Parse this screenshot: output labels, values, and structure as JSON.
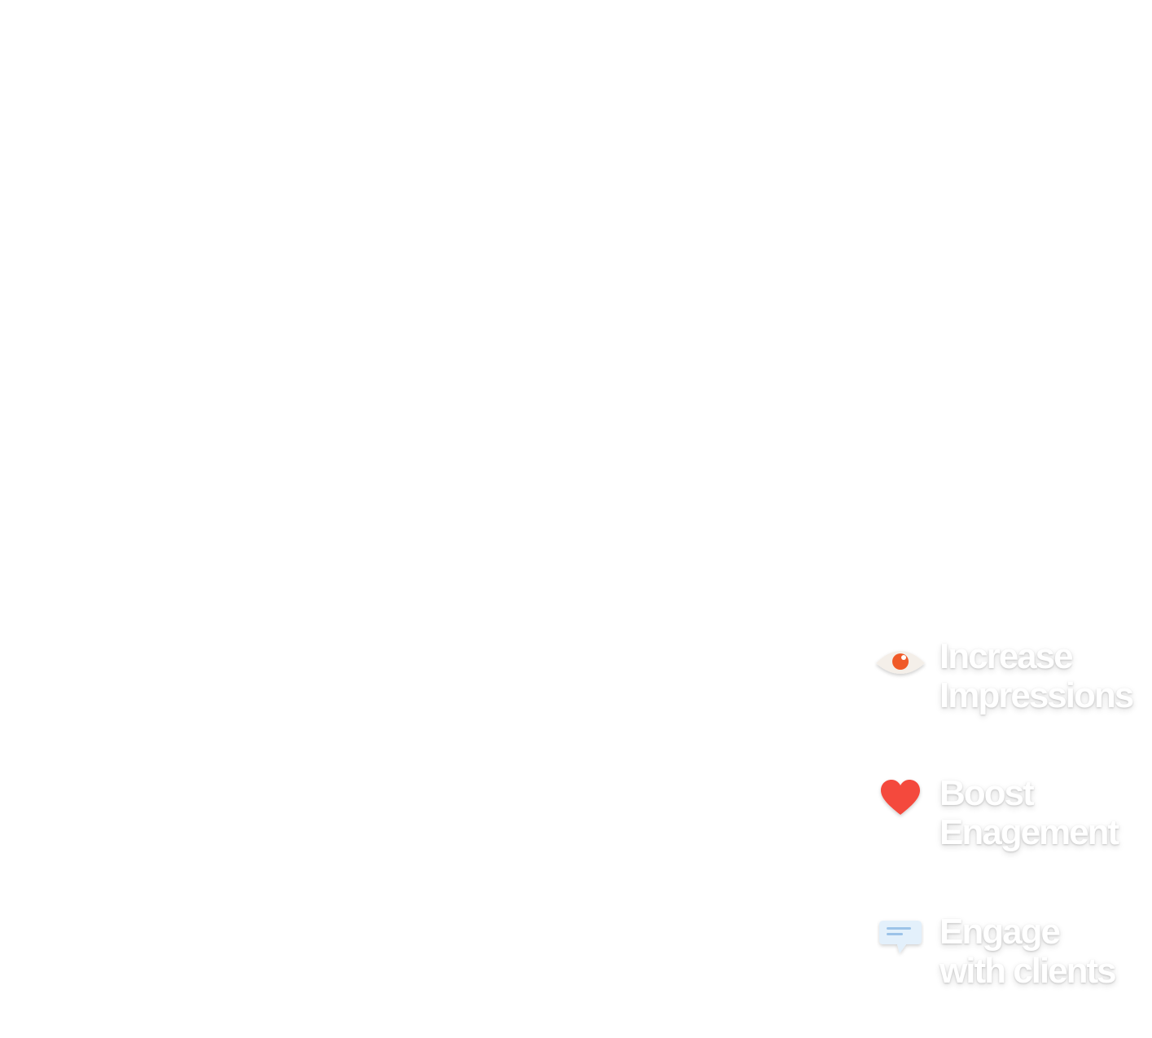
{
  "features": [
    {
      "icon": "eye-icon",
      "line1": "Increase",
      "line2": "Impressions"
    },
    {
      "icon": "heart-icon",
      "line1": "Boost",
      "line2": "Enagement"
    },
    {
      "icon": "chat-bubble-icon",
      "line1": "Engage",
      "line2": "with clients"
    }
  ],
  "colors": {
    "background": "#ffffff",
    "text": "#ffffff",
    "eye_iris": "#f05a28",
    "heart": "#f44a3e",
    "bubble": "#e3f0fb"
  }
}
